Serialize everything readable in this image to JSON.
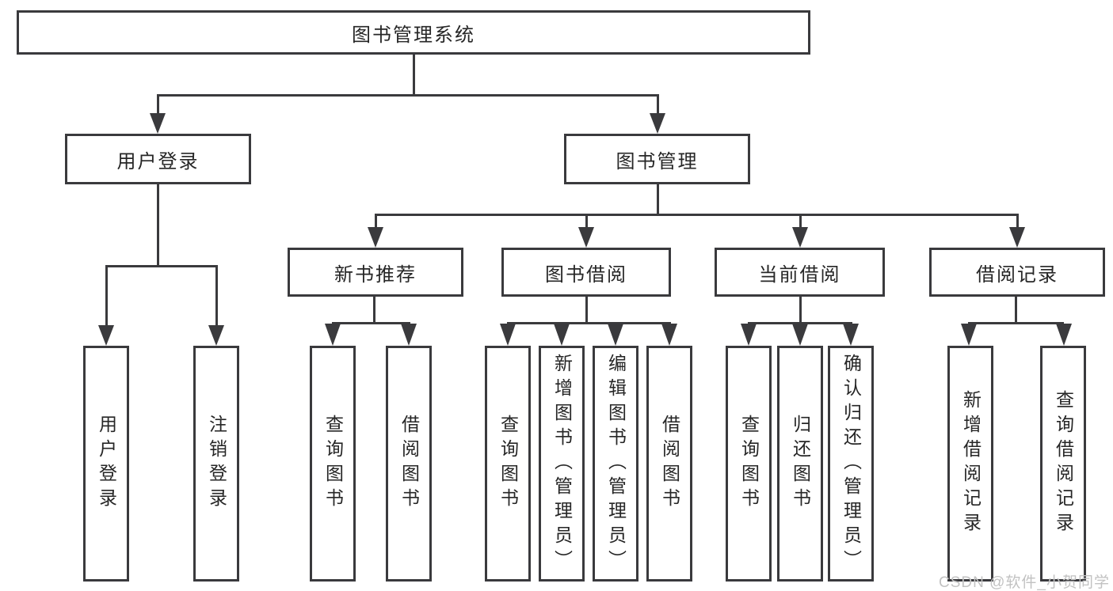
{
  "diagram_type": "hierarchy-tree",
  "nodes": {
    "root": "图书管理系统",
    "l2_user_login": "用户登录",
    "l2_book_management": "图书管理",
    "l3_new_book_recommend": "新书推荐",
    "l3_book_borrowing": "图书借阅",
    "l3_current_borrowing": "当前借阅",
    "l3_borrowing_records": "借阅记录",
    "leaf_user_login": "用户登录",
    "leaf_logout": "注销登录",
    "leaf_nbr_query_books": "查询图书",
    "leaf_nbr_borrow_books": "借阅图书",
    "leaf_bb_query_books": "查询图书",
    "leaf_bb_add_books_admin": "新增图书（管理员）",
    "leaf_bb_edit_books_admin": "编辑图书（管理员）",
    "leaf_bb_borrow_books": "借阅图书",
    "leaf_cb_query_books": "查询图书",
    "leaf_cb_return_books": "归还图书",
    "leaf_cb_confirm_return_admin": "确认归还（管理员）",
    "leaf_br_add_record": "新增借阅记录",
    "leaf_br_query_record": "查询借阅记录"
  },
  "hierarchy": {
    "root": "图书管理系统",
    "children": [
      {
        "label": "用户登录",
        "children": [
          "用户登录",
          "注销登录"
        ]
      },
      {
        "label": "图书管理",
        "children": [
          {
            "label": "新书推荐",
            "children": [
              "查询图书",
              "借阅图书"
            ]
          },
          {
            "label": "图书借阅",
            "children": [
              "查询图书",
              "新增图书（管理员）",
              "编辑图书（管理员）",
              "借阅图书"
            ]
          },
          {
            "label": "当前借阅",
            "children": [
              "查询图书",
              "归还图书",
              "确认归还（管理员）"
            ]
          },
          {
            "label": "借阅记录",
            "children": [
              "新增借阅记录",
              "查询借阅记录"
            ]
          }
        ]
      }
    ]
  },
  "watermark": "CSDN @软件_小贺同学",
  "colors": {
    "line": "#3a3a3d",
    "text": "#262626",
    "box_fill": "#ffffff",
    "background": "#ffffff",
    "watermark": "#c2c2c2"
  }
}
